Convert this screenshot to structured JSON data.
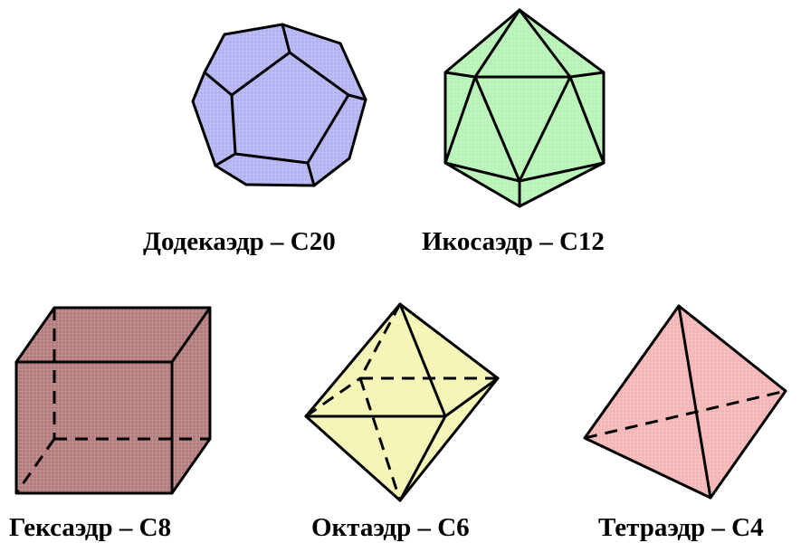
{
  "figures": [
    {
      "id": "dodecahedron",
      "label": "Додекаэдр – C20",
      "color": "#b3b3f4"
    },
    {
      "id": "icosahedron",
      "label": "Икосаэдр – C12",
      "color": "#b5f4b5"
    },
    {
      "id": "hexahedron",
      "label": "Гексаэдр – C8",
      "color": "#b37b7b"
    },
    {
      "id": "octahedron",
      "label": "Октаэдр – C6",
      "color": "#f4f4b3"
    },
    {
      "id": "tetrahedron",
      "label": "Тетраэдр – C4",
      "color": "#f4b5b5"
    }
  ]
}
